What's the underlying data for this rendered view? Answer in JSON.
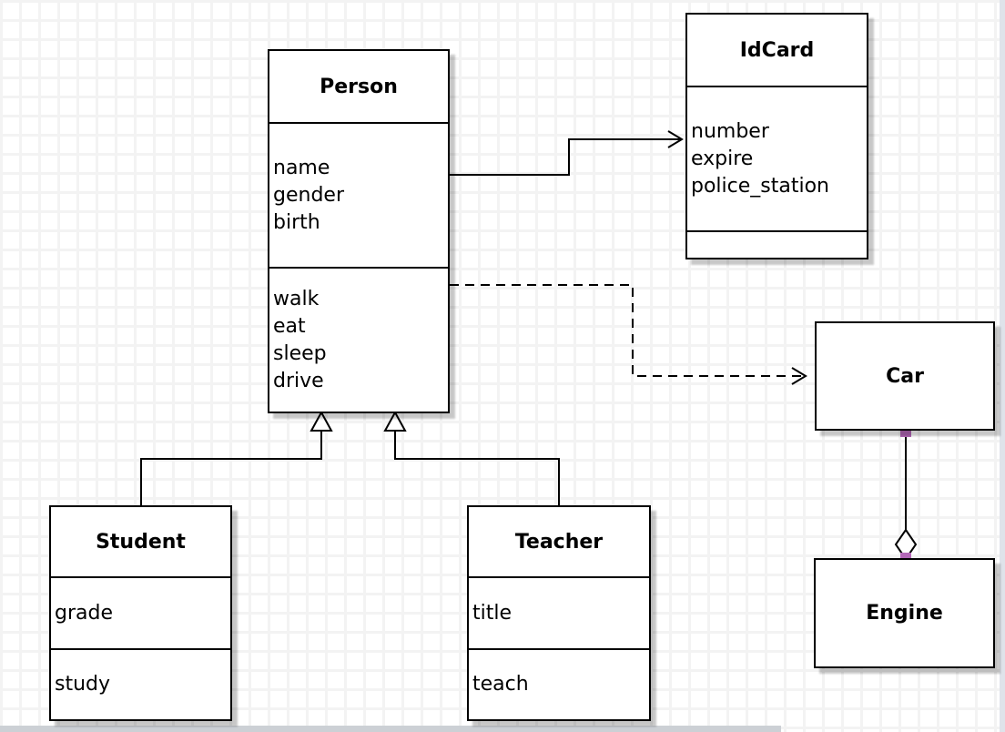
{
  "diagram_type": "uml-class-diagram",
  "classes": {
    "person": {
      "title": "Person",
      "attributes": [
        "name",
        "gender",
        "birth"
      ],
      "methods": [
        "walk",
        "eat",
        "sleep",
        "drive"
      ]
    },
    "idcard": {
      "title": "IdCard",
      "attributes": [
        "number",
        "expire",
        "police_station"
      ],
      "methods": []
    },
    "car": {
      "title": "Car",
      "attributes": [],
      "methods": []
    },
    "engine": {
      "title": "Engine",
      "attributes": [],
      "methods": []
    },
    "student": {
      "title": "Student",
      "attributes": [
        "grade"
      ],
      "methods": [
        "study"
      ]
    },
    "teacher": {
      "title": "Teacher",
      "attributes": [
        "title"
      ],
      "methods": [
        "teach"
      ]
    }
  },
  "relationships": [
    {
      "from": "Person",
      "to": "IdCard",
      "type": "association",
      "line_style": "solid",
      "arrowhead": "open-arrow"
    },
    {
      "from": "Person",
      "to": "Car",
      "type": "dependency",
      "line_style": "dashed",
      "arrowhead": "open-arrow"
    },
    {
      "from": "Student",
      "to": "Person",
      "type": "generalization",
      "line_style": "solid",
      "arrowhead": "hollow-triangle"
    },
    {
      "from": "Teacher",
      "to": "Person",
      "type": "generalization",
      "line_style": "solid",
      "arrowhead": "hollow-triangle"
    },
    {
      "from": "Car",
      "to": "Engine",
      "type": "aggregation",
      "line_style": "solid",
      "arrowhead": "hollow-diamond",
      "endpoint_markers": "purple-squares"
    }
  ],
  "colors": {
    "line": "#000000",
    "box_fill": "#ffffff",
    "connection_point": "#b468b8",
    "grid_line": "#f3f3f3",
    "shadow": "rgba(0,0,0,0.22)"
  }
}
